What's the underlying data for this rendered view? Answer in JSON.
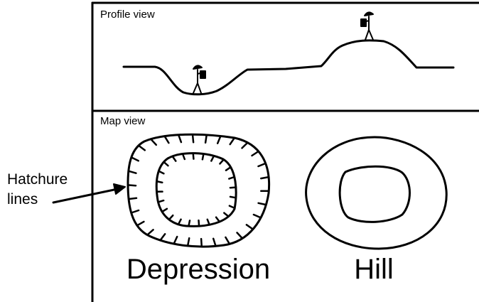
{
  "panels": {
    "profile_label": "Profile view",
    "map_label": "Map view"
  },
  "callout": {
    "line1": "Hatchure",
    "line2": "lines"
  },
  "features": {
    "depression_label": "Depression",
    "hill_label": "Hill"
  },
  "colors": {
    "ink": "#000000",
    "background": "#ffffff"
  },
  "icons": {
    "hiker": "person-with-backpack"
  }
}
